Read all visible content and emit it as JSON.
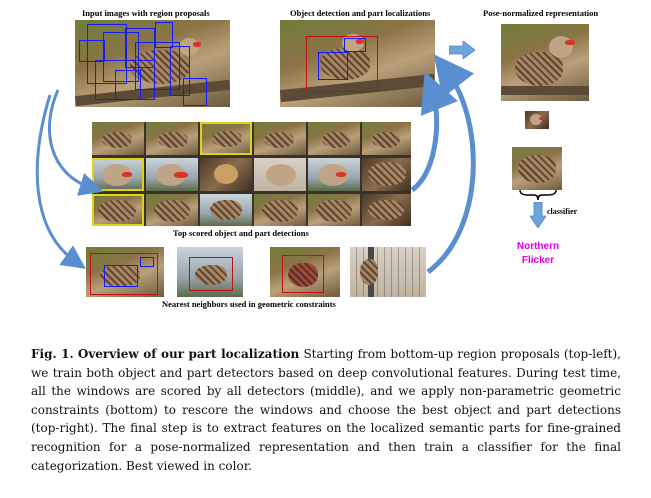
{
  "figure": {
    "labels": {
      "input": "Input images with region proposals",
      "detection": "Object detection and part localizations",
      "pose": "Pose-normalized representation",
      "top_scored": "Top scored object and part detections",
      "neighbors": "Nearest neighbors used in geometric constraints",
      "classifier": "classifier"
    },
    "result": {
      "line1": "Northern",
      "line2": "Flicker"
    }
  },
  "caption": {
    "fig_label": "Fig. 1.",
    "title": "Overview of our part localization",
    "body": "Starting from bottom-up region proposals (top-left), we train both object and part detectors based on deep convolutional features. During test time, all the windows are scored by all detectors (middle), and we apply non-parametric geometric constraints (bottom) to rescore the windows and choose the best object and part detections (top-right). The final step is to extract features on the localized semantic parts for fine-grained recognition for a pose-normalized representation and then train a classifier for the final categorization. Best viewed in color."
  },
  "colors": {
    "arrow": "#5b8ed0",
    "proposal_box": "#1919ff",
    "object_box": "#c01010",
    "selected_tile": "#e0d21a",
    "species_name": "#e000e0"
  }
}
